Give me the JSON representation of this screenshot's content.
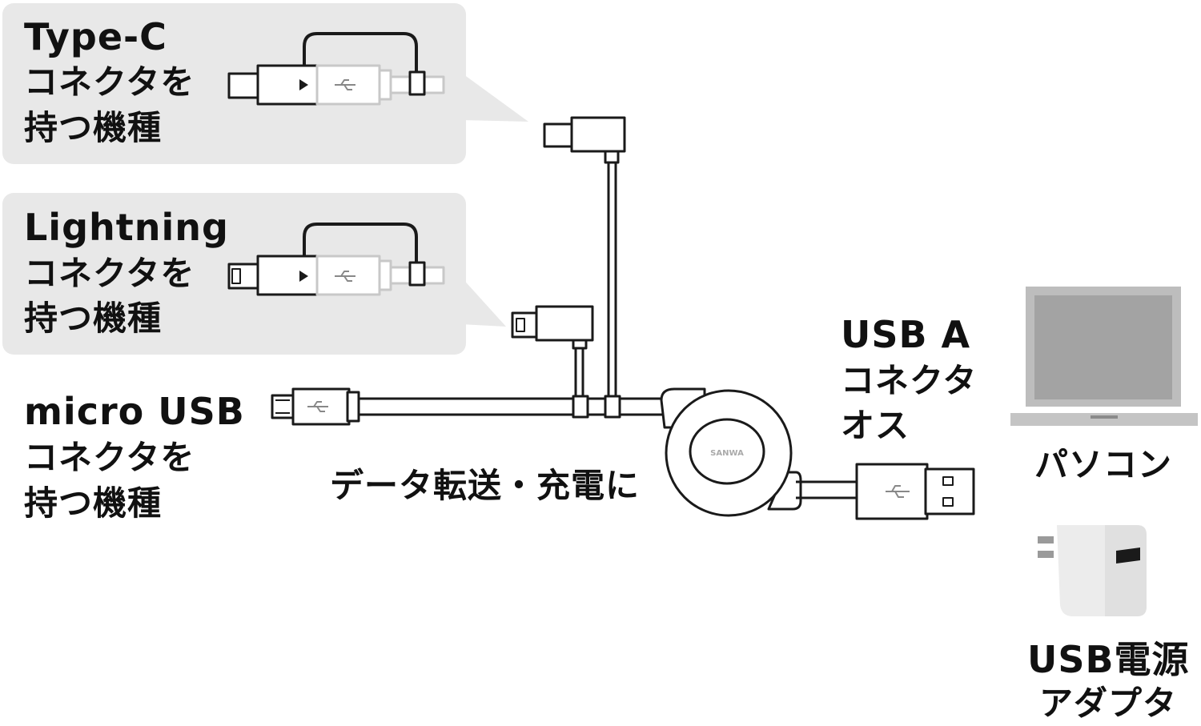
{
  "callouts": {
    "typec": {
      "title": "Type-C",
      "line2": "コネクタを",
      "line3": "持つ機種"
    },
    "lightning": {
      "title": "Lightning",
      "line2": "コネクタを",
      "line3": "持つ機種"
    }
  },
  "microusb": {
    "title": "micro USB",
    "line2": "コネクタを",
    "line3": "持つ機種"
  },
  "cable_caption": "データ転送・充電に",
  "usba": {
    "line1": "USB A",
    "line2": "コネクタ",
    "line3": "オス"
  },
  "pc_label": "パソコン",
  "adapter": {
    "line1": "USB電源",
    "line2": "アダプタ"
  },
  "reel_brand": "SANWA",
  "colors": {
    "callout_bg": "#e8e8e8",
    "stroke": "#1a1a1a",
    "laptop_gray": "#bdbdbd",
    "screen_gray": "#a3a3a3",
    "adapter_gray": "#ececec"
  },
  "icons": [
    "usb-symbol-icon",
    "play-triangle-icon",
    "laptop-icon",
    "power-adapter-icon",
    "cable-reel-icon"
  ]
}
